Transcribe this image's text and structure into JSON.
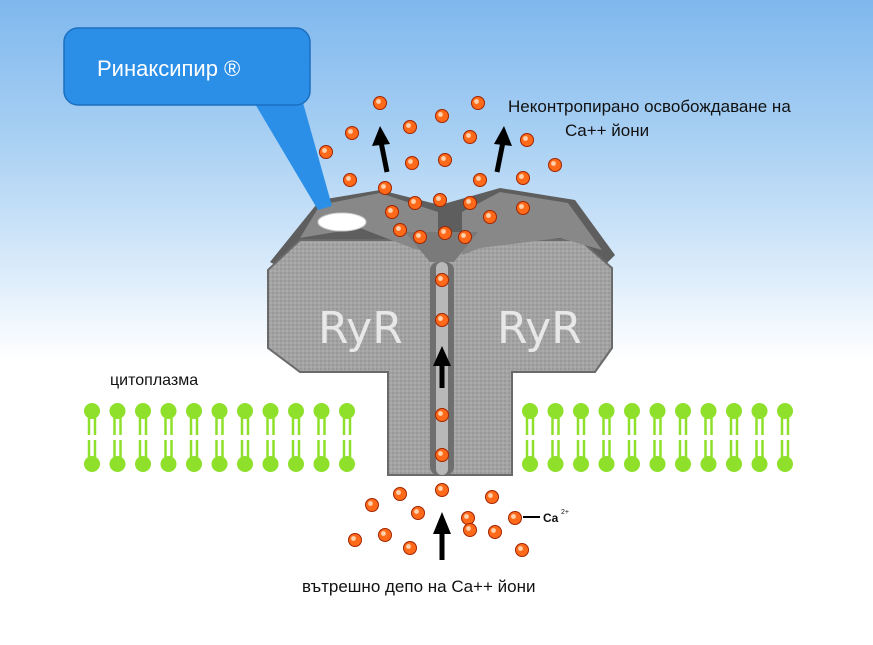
{
  "callout": {
    "label": "Ринаксипир ®",
    "color": "#2b8fe8"
  },
  "labels": {
    "uncontrolled_release_line1": "Неконтропирано освобождаване на",
    "uncontrolled_release_line2": "Ca++ йони",
    "cytoplasm": "цитоплазма",
    "internal_depot": "вътрешно депо на Ca++ йони",
    "ca_legend": "Ca",
    "ca_legend_sup": "2+",
    "receptor_left": "RyR",
    "receptor_right": "RyR"
  },
  "colors": {
    "membrane": "#8ee02a",
    "receptor_body": "#9d9d9d",
    "receptor_shadow": "#5e5e5e",
    "calcium_ion": "#ff6a1a",
    "arrow": "#000000"
  }
}
